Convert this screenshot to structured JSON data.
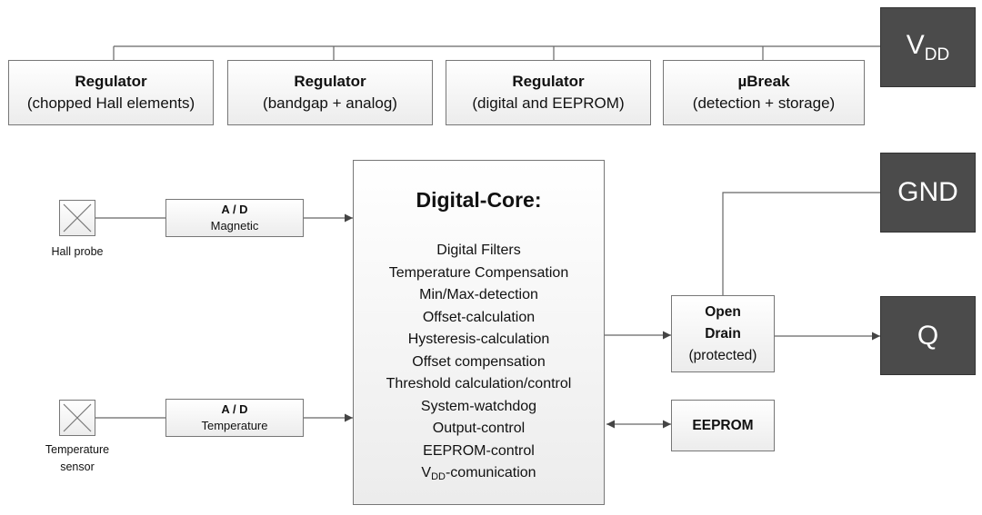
{
  "pins": {
    "vdd": {
      "main": "V",
      "sub": "DD"
    },
    "gnd": "GND",
    "q": "Q"
  },
  "regulators": [
    {
      "title": "Regulator",
      "subtitle": "(chopped Hall elements)"
    },
    {
      "title": "Regulator",
      "subtitle": "(bandgap + analog)"
    },
    {
      "title": "Regulator",
      "subtitle": "(digital and EEPROM)"
    },
    {
      "title": "µBreak",
      "subtitle": "(detection + storage)"
    }
  ],
  "sensors": {
    "hall": {
      "label": "Hall probe"
    },
    "temperature": {
      "label_line1": "Temperature",
      "label_line2": "sensor"
    }
  },
  "adc": {
    "magnetic": {
      "title": "A / D",
      "subtitle": "Magnetic"
    },
    "temperature": {
      "title": "A / D",
      "subtitle": "Temperature"
    }
  },
  "digital_core": {
    "title": "Digital-Core:",
    "items": [
      "Digital Filters",
      "Temperature Compensation",
      "Min/Max-detection",
      "Offset-calculation",
      "Hysteresis-calculation",
      "Offset compensation",
      "Threshold calculation/control",
      "System-watchdog",
      "Output-control",
      "EEPROM-control"
    ],
    "vdd_item": {
      "main": "V",
      "sub": "DD",
      "rest": "-comunication"
    }
  },
  "open_drain": {
    "line1": "Open",
    "line2": "Drain",
    "line3": "(protected)"
  },
  "eeprom": {
    "label": "EEPROM"
  }
}
